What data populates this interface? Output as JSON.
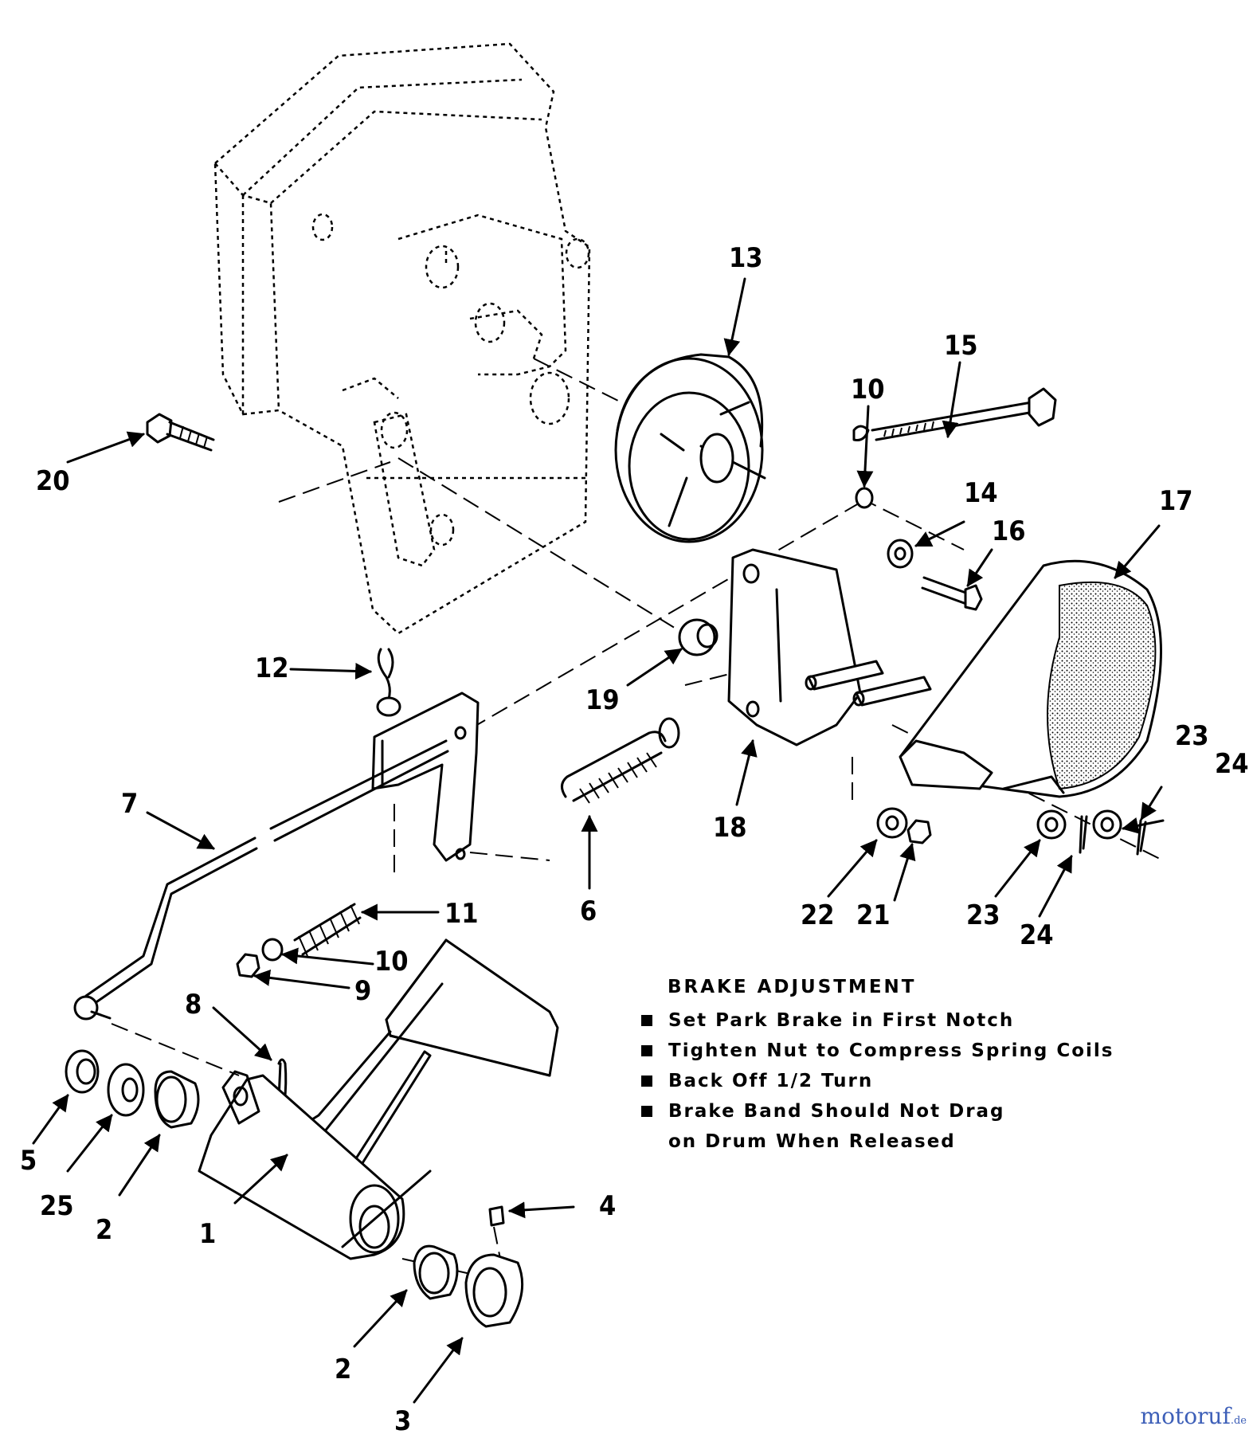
{
  "labels": {
    "p1": "1",
    "p2a": "2",
    "p2b": "2",
    "p3": "3",
    "p4": "4",
    "p5": "5",
    "p6": "6",
    "p7": "7",
    "p8": "8",
    "p9": "9",
    "p10a": "10",
    "p10b": "10",
    "p11": "11",
    "p12": "12",
    "p13": "13",
    "p14": "14",
    "p15": "15",
    "p16": "16",
    "p17": "17",
    "p18": "18",
    "p19": "19",
    "p20": "20",
    "p21": "21",
    "p22": "22",
    "p23a": "23",
    "p23b": "23",
    "p24a": "24",
    "p24b": "24",
    "p25": "25"
  },
  "notes": {
    "title": "BRAKE ADJUSTMENT",
    "items": [
      "Set Park Brake in First Notch",
      "Tighten Nut to Compress Spring Coils",
      "Back Off 1/2 Turn",
      "Brake Band Should Not Drag"
    ],
    "continuation": "on Drum When Released"
  },
  "watermark": {
    "name": "motoruf",
    "tld": ".de",
    "color": "#3d5fb8"
  }
}
